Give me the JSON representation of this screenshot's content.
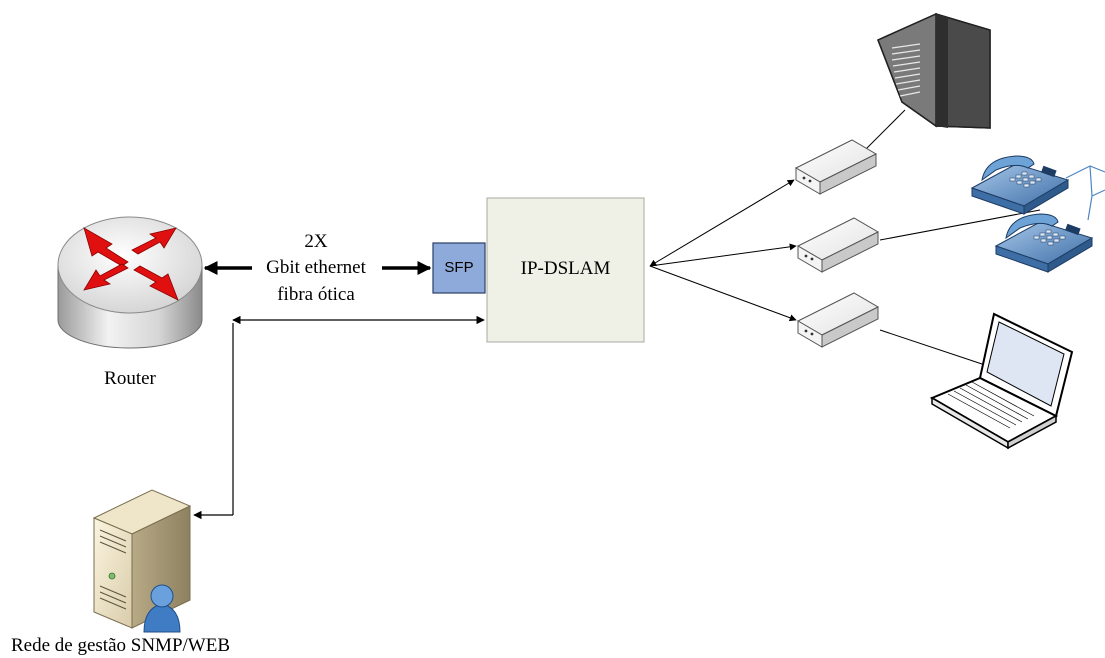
{
  "labels": {
    "link_line1": "2X",
    "link_line2": "Gbit ethernet",
    "link_line3": "fibra ótica",
    "sfp": "SFP",
    "dslam": "IP-DSLAM",
    "router": "Router",
    "management": "Rede de gestão SNMP/WEB"
  },
  "icons": {
    "router": "router-icon",
    "server": "server-with-user-icon",
    "tv": "crt-television-icon",
    "phone": "desk-telephone-icon",
    "laptop": "laptop-icon",
    "modem": "dsl-modem-icon"
  },
  "colors": {
    "sfp_fill": "#8eaadb",
    "dslam_fill": "#eff1e6",
    "router_arrows": "#e01010",
    "phone_body": "#5b8fc6",
    "user_icon": "#3f7cc4"
  }
}
